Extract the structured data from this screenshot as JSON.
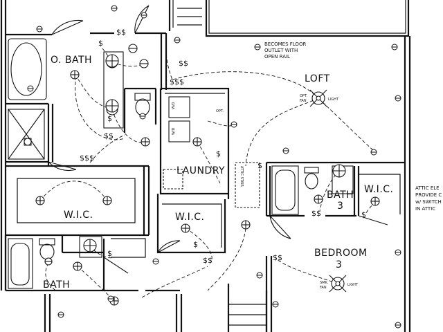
{
  "rooms": {
    "obath": "O. BATH",
    "loft": "LOFT",
    "laundry": "LAUNDRY",
    "wic_main": "W.I.C.",
    "wic_center": "W.I.C.",
    "wic_right": "W.I.C.",
    "bath3_line1": "BATH",
    "bath3_line2": "3",
    "bedroom3_line1": "BEDROOM",
    "bedroom3_line2": "3",
    "bath_bottom": "BATH"
  },
  "notes": {
    "floor_outlet_1": "BECOMES FLOOR",
    "floor_outlet_2": "OUTLET WITH",
    "floor_outlet_3": "OPEN RAIL",
    "attic_1": "ATTIC ELE",
    "attic_2": "PROVIDE C",
    "attic_3": "w/ SWITCH",
    "attic_4": "IN ATTIC",
    "fan_loft_1": "OPT.",
    "fan_loft_2": "FAN",
    "fan_loft_3": "LIGHT",
    "fan_bed_1": "SMK.",
    "fan_bed_2": "FAN",
    "fan_bed_3": "LIGHT",
    "wd_1": "W/D",
    "wd_2": "W/D",
    "opt": "OPT.",
    "attic_stair": "ATTIC STAIR",
    "switch_sym": "$",
    "switch_double": "$$",
    "switch_triple": "$$$"
  }
}
